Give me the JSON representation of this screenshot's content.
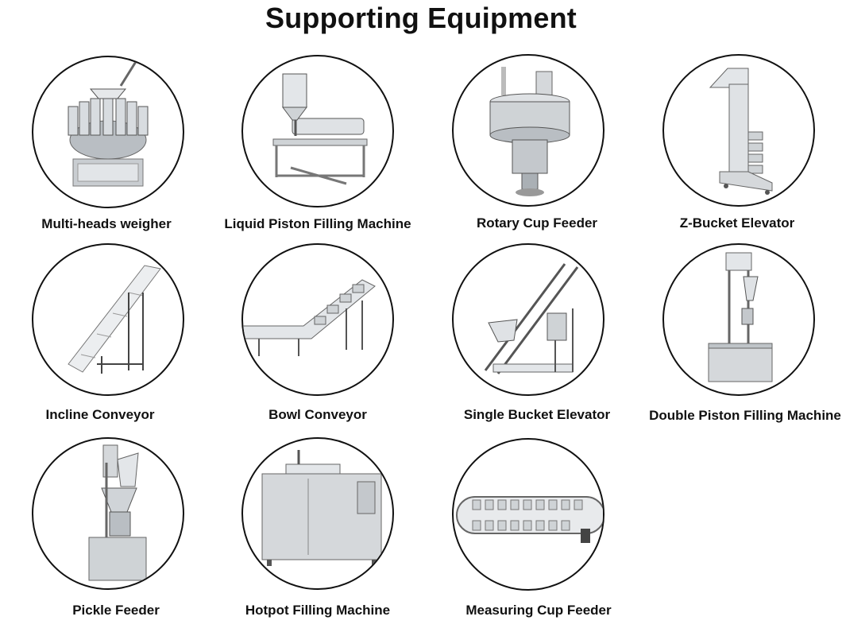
{
  "title": "Supporting Equipment",
  "items": [
    {
      "label": "Multi-heads weigher",
      "icon": "multihead-weigher-icon"
    },
    {
      "label": "Liquid Piston Filling Machine",
      "icon": "liquid-piston-filler-icon"
    },
    {
      "label": "Rotary Cup Feeder",
      "icon": "rotary-cup-feeder-icon"
    },
    {
      "label": "Z-Bucket Elevator",
      "icon": "z-bucket-elevator-icon"
    },
    {
      "label": "Incline Conveyor",
      "icon": "incline-conveyor-icon"
    },
    {
      "label": "Bowl Conveyor",
      "icon": "bowl-conveyor-icon"
    },
    {
      "label": "Single Bucket Elevator",
      "icon": "single-bucket-elevator-icon"
    },
    {
      "label": "Double Piston Filling Machine",
      "icon": "double-piston-filler-icon"
    },
    {
      "label": "Pickle Feeder",
      "icon": "pickle-feeder-icon"
    },
    {
      "label": "Hotpot Filling Machine",
      "icon": "hotpot-filler-icon"
    },
    {
      "label": "Measuring Cup Feeder",
      "icon": "measuring-cup-feeder-icon"
    }
  ]
}
